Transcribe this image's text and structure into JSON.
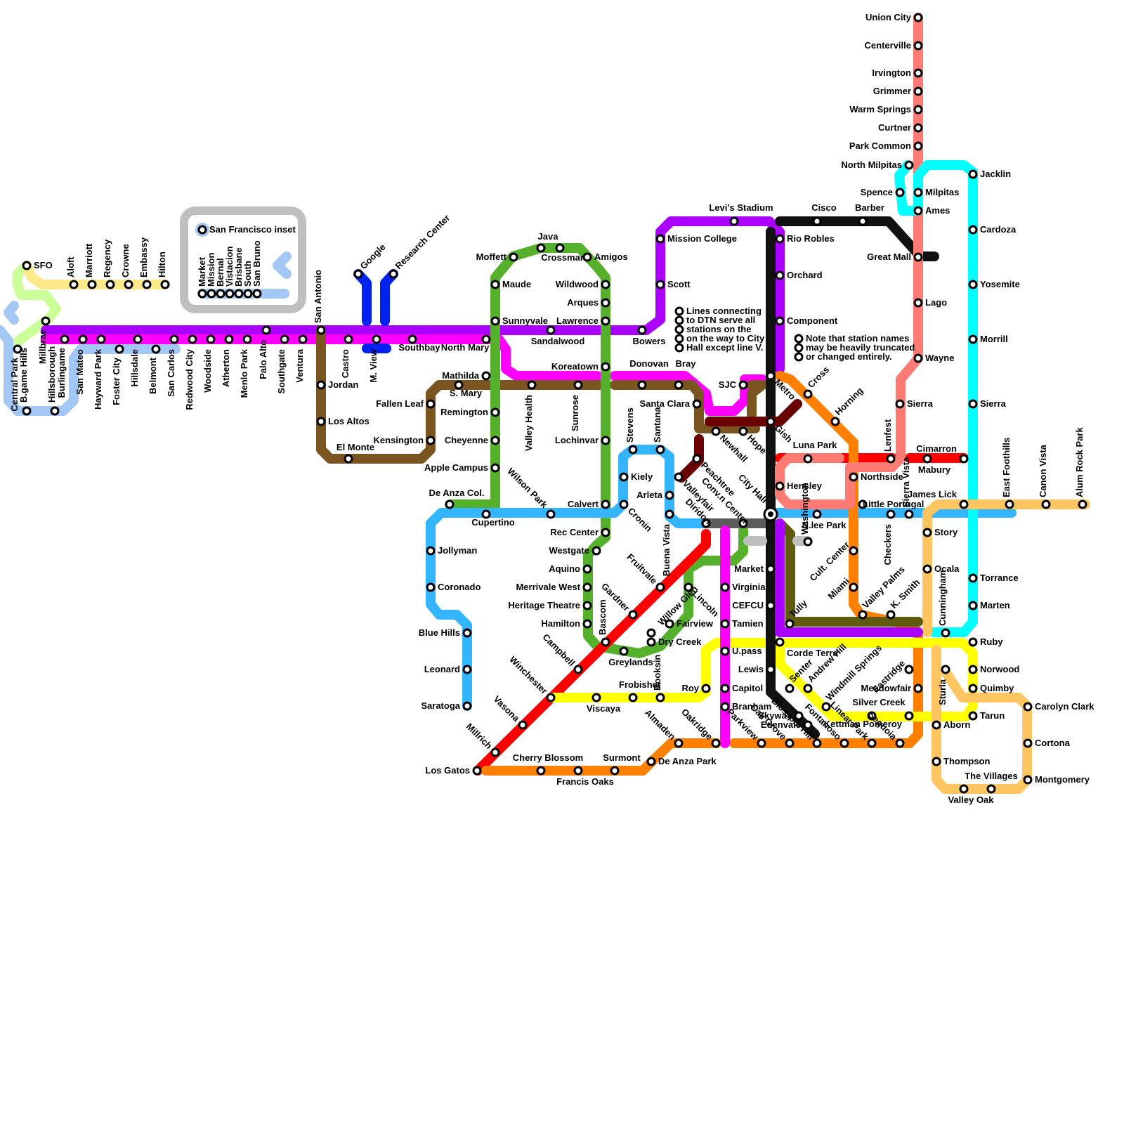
{
  "colors": {
    "purple": "#aa00ff",
    "magenta": "#ff00ff",
    "green": "#55b02c",
    "brown": "#7a5520",
    "blue": "#33b5ff",
    "red": "#ff0000",
    "orange": "#ff7f00",
    "yellow": "#ffff00",
    "black": "#111111",
    "gray": "#5c5c5c",
    "salmon": "#ff7b74",
    "cyan": "#00ffff",
    "light_orange": "#ffc561",
    "olive": "#5f5a0f",
    "maroon": "#6b0000",
    "dark_blue": "#0022ee",
    "light_blue": "#a4c8f5",
    "light_green": "#ccff99",
    "pale_yellow": "#fbe98a",
    "inset_gray": "#bfbfbf"
  },
  "stations": [
    "SFO",
    "Aloft",
    "Marriott",
    "Regency",
    "Crowne",
    "Embassy",
    "Hilton",
    "Central Park",
    "B.game Hills",
    "Millbrae",
    "Hillsborough",
    "Burlingame",
    "San Mateo",
    "Hayward Park",
    "Foster City",
    "Hillsdale",
    "Belmont",
    "San Carlos",
    "Redwood City",
    "Woodside",
    "Atherton",
    "Menlo Park",
    "Palo Alto",
    "Southgate",
    "Ventura",
    "San Antonio",
    "Castro",
    "Jordan",
    "Los Altos",
    "El Monte",
    "M. View",
    "Google",
    "Research Center",
    "Southbay",
    "North Mary",
    "Mathilda",
    "S. Mary",
    "Fallen Leaf",
    "Remington",
    "Kensington",
    "Cheyenne",
    "Apple Campus",
    "De Anza Col.",
    "Cupertino",
    "Jollyman",
    "Coronado",
    "Blue Hills",
    "Leonard",
    "Saratoga",
    "Moffett",
    "Java",
    "Crossman",
    "Amigos",
    "Maude",
    "Wildwood",
    "Arques",
    "Sunnyvale",
    "Lawrence",
    "Sandalwood",
    "Koreatown",
    "Valley Health",
    "Sunrose",
    "Lochinvar",
    "Calvert",
    "Wilson Park",
    "Rec Center",
    "Westgate",
    "Aquino",
    "Merrivale West",
    "Heritage Theatre",
    "Hamilton",
    "Bascom",
    "Greylands",
    "Mission College",
    "Scott",
    "Bowers",
    "Levi's Stadium",
    "Donovan",
    "Bray",
    "Stevens",
    "Santana",
    "Kiely",
    "Arleta",
    "Cronin",
    "Buena Vista",
    "Santa Clara",
    "SJC",
    "Newhall",
    "Hope",
    "Peachtree",
    "Valleyfair",
    "Conv.n Center",
    "Diridon",
    "Fruitvale",
    "Lincoln",
    "Gardner",
    "Willow Glen",
    "Fairview",
    "Dry Creek",
    "Campbell",
    "Winchester",
    "Vasona",
    "Millrich",
    "Los Gatos",
    "Cherry Blossom",
    "Francis Oaks",
    "Surmont",
    "De Anza Park",
    "Almaden",
    "Oakridge",
    "Viscaya",
    "Frobisher",
    "Booksin",
    "Roy",
    "U.pass",
    "Capitol",
    "Branham",
    "Tamien",
    "CEFCU",
    "Virginia",
    "Market",
    "City Hall",
    "Rio Robles",
    "Orchard",
    "Component",
    "Cisco",
    "Barber",
    "Metro",
    "Gish",
    "Cross",
    "Horning",
    "Luna Park",
    "Lenfest",
    "Northside",
    "Hensley",
    "Little Portugal",
    "N.lee Park",
    "Checkers",
    "Sierra Vista",
    "James Lick",
    "Washington",
    "Tully",
    "Cult. Center",
    "Miami",
    "Valley Palms",
    "K. Smith",
    "Corde Terra",
    "Senter",
    "Andrew Hill",
    "Windmill Springs",
    "Eastridge",
    "Lewis",
    "Meadowfair",
    "Silver Creek",
    "Kettman Pomeroy",
    "Skyway",
    "Edenvale",
    "Blossom Hill",
    "Oak Grove",
    "Parkview",
    "Fontanoso",
    "Linear Park",
    "Sequoia",
    "Union City",
    "Centerville",
    "Irvington",
    "Grimmer",
    "Warm Springs",
    "Curtner",
    "Park Common",
    "North Milpitas",
    "Spence",
    "Milpitas",
    "Ames",
    "Great Mall",
    "Lago",
    "Wayne",
    "Sierra",
    "Jacklin",
    "Cardoza",
    "Yosemite",
    "Morrill",
    "Cimarron",
    "Mabury",
    "East Foothills",
    "Canon Vista",
    "Alum Rock Park",
    "Story",
    "Ocala",
    "Cunningham",
    "Torrance",
    "Marten",
    "Ruby",
    "Norwood",
    "Quimby",
    "Tarun",
    "Sturla",
    "Aborn",
    "Thompson",
    "Valley Oak",
    "The Villages",
    "Carolyn Clark",
    "Cortona",
    "Montgomery",
    "Market",
    "Mission",
    "Bernal",
    "Vistacion",
    "Brisbane",
    "South",
    "San Bruno"
  ],
  "inset": {
    "title": "San Francisco inset",
    "stations": [
      "Market",
      "Mission",
      "Bernal",
      "Vistacion",
      "Brisbane",
      "South",
      "San Bruno"
    ]
  },
  "notes": {
    "lines_note": [
      "Lines connecting",
      "to DTN serve all",
      "stations on the",
      "on the way to City",
      "Hall except line V."
    ],
    "names_note": [
      "Note that station names",
      "may be heavily truncated",
      "or changed entirely."
    ]
  }
}
